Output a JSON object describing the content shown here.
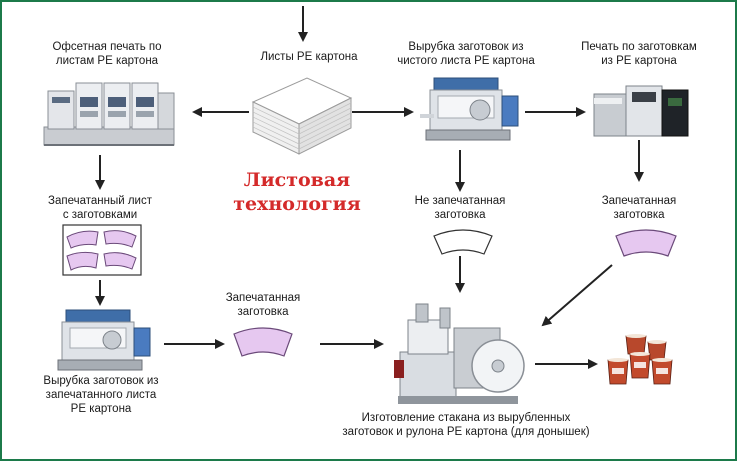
{
  "title": {
    "line1": "Листовая",
    "line2": "технология"
  },
  "labels": {
    "offset_line1": "Офсетная печать по",
    "offset_line2": "листам PE картона",
    "sheets": "Листы PE картона",
    "diecut_clean_line1": "Вырубка заготовок из",
    "diecut_clean_line2": "чистого листа PE картона",
    "print_blanks_line1": "Печать по  заготовкам",
    "print_blanks_line2": "из PE картона",
    "printed_sheet_line1": "Запечатанный лист",
    "printed_sheet_line2": "с заготовками",
    "unprinted_blank_line1": "Не запечатанная",
    "unprinted_blank_line2": "заготовка",
    "printed_blank_right_line1": "Запечатанная",
    "printed_blank_right_line2": "заготовка",
    "printed_blank_mid_line1": "Запечатанная",
    "printed_blank_mid_line2": "заготовка",
    "diecut_printed_line1": "Вырубка заготовок из",
    "diecut_printed_line2": "запечатанного листа",
    "diecut_printed_line3": "PE картона",
    "cup_making_line1": "Изготовление стакана из вырубленных",
    "cup_making_line2": "заготовок и рулона PE картона (для донышек)"
  },
  "colors": {
    "frame": "#1c7a4a",
    "title": "#d42a2a",
    "blank_fill": "#e6c8f0",
    "arrow": "#222222"
  }
}
